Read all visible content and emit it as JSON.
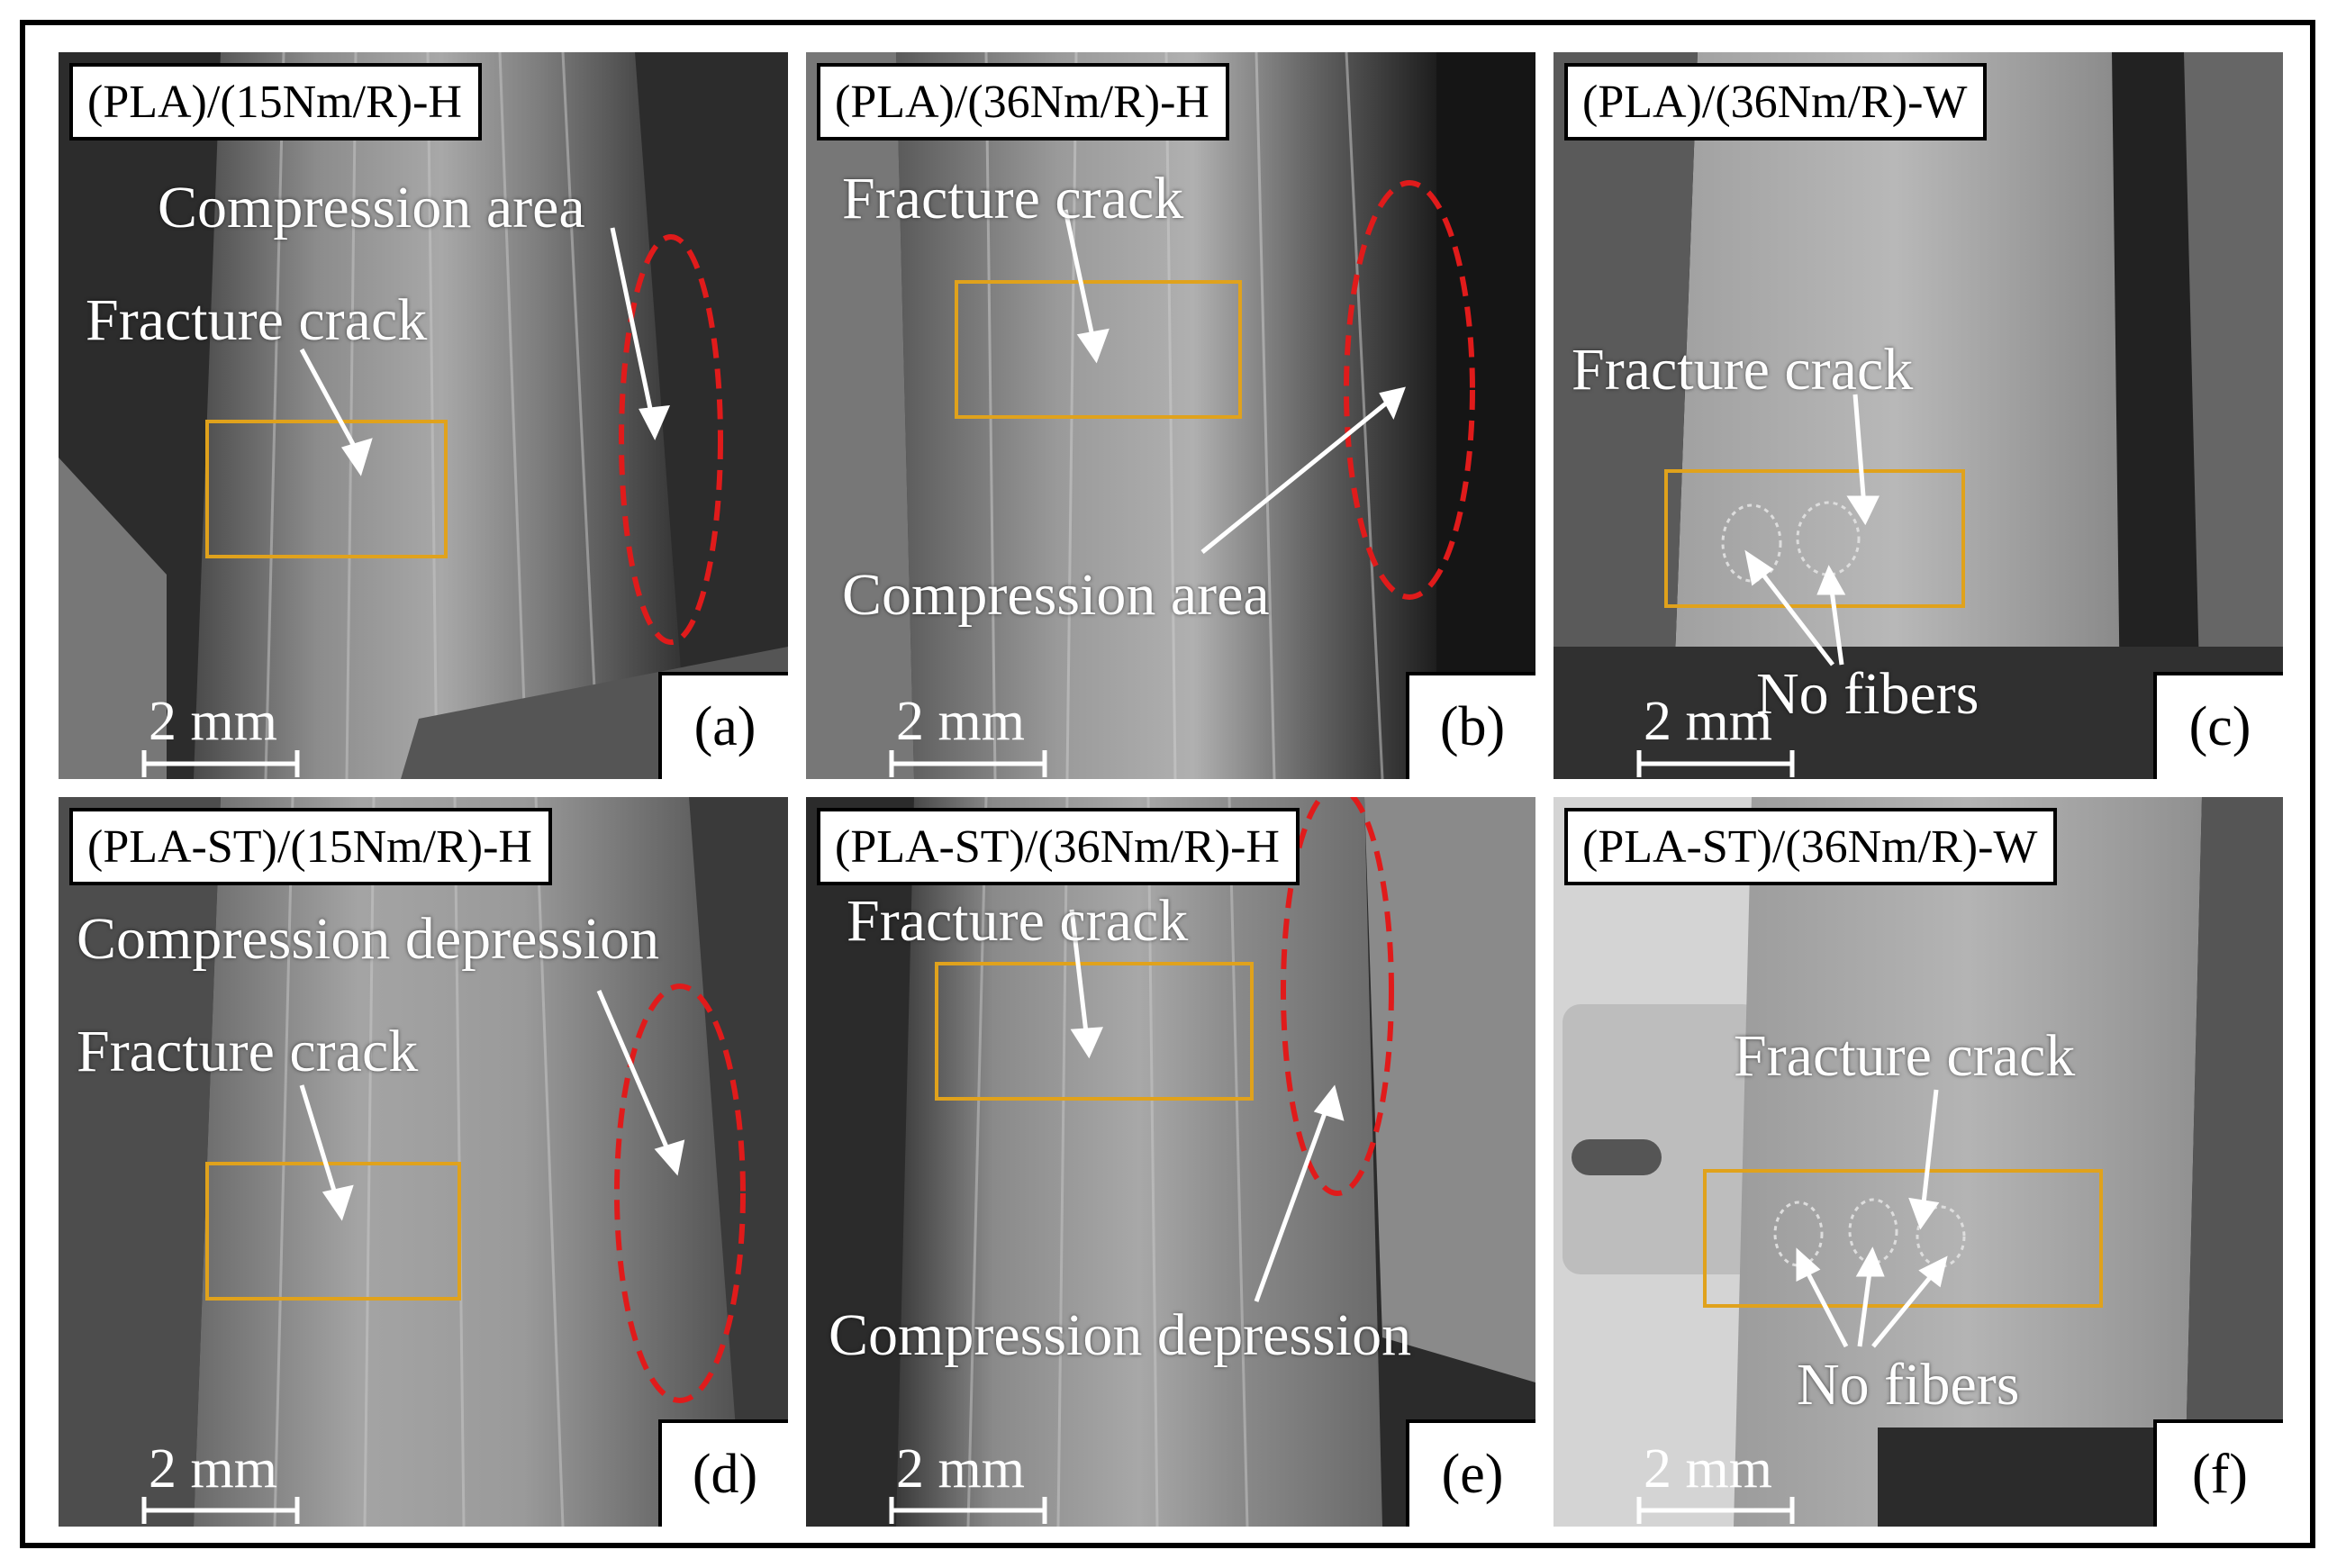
{
  "figure": {
    "panels": [
      {
        "title": "(PLA)/(15Nm/R)-H",
        "letter": "(a)",
        "scale": "2 mm",
        "labels": [
          "Compression area",
          "Fracture crack"
        ]
      },
      {
        "title": "(PLA)/(36Nm/R)-H",
        "letter": "(b)",
        "scale": "2 mm",
        "labels": [
          "Fracture crack",
          "Compression area"
        ]
      },
      {
        "title": "(PLA)/(36Nm/R)-W",
        "letter": "(c)",
        "scale": "2 mm",
        "labels": [
          "Fracture crack",
          "No fibers"
        ]
      },
      {
        "title": "(PLA-ST)/(15Nm/R)-H",
        "letter": "(d)",
        "scale": "2 mm",
        "labels": [
          "Compression depression",
          "Fracture crack"
        ]
      },
      {
        "title": "(PLA-ST)/(36Nm/R)-H",
        "letter": "(e)",
        "scale": "2 mm",
        "labels": [
          "Fracture crack",
          "Compression depression"
        ]
      },
      {
        "title": "(PLA-ST)/(36Nm/R)-W",
        "letter": "(f)",
        "scale": "2 mm",
        "labels": [
          "Fracture crack",
          "No fibers"
        ]
      }
    ],
    "colors": {
      "highlight_box": "#e0a21c",
      "compression_ellipse": "#e01b1b",
      "annotation": "#ffffff"
    }
  }
}
